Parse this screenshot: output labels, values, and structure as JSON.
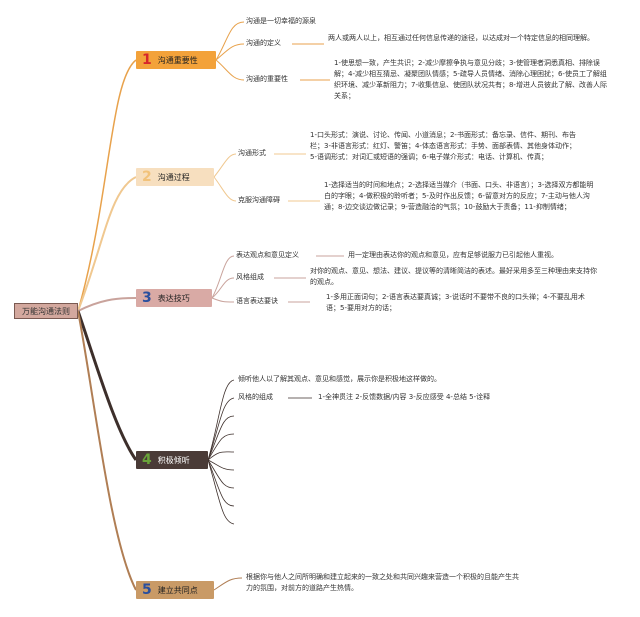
{
  "root": {
    "label": "万能沟通法则"
  },
  "branches": [
    {
      "num": "1",
      "label": "沟通重要性"
    },
    {
      "num": "2",
      "label": "沟通过程"
    },
    {
      "num": "3",
      "label": "表达技巧"
    },
    {
      "num": "4",
      "label": "积极倾听"
    },
    {
      "num": "5",
      "label": "建立共同点"
    }
  ],
  "b1": {
    "n1": "沟通是一切幸福的源泉",
    "n2": "沟通的定义",
    "n2d": "两人或两人以上，相互通过任何信息传递的途径，以达成对一个特定信息的相同理解。",
    "n3": "沟通的重要性",
    "n3d": "1-使思想一致，产生共识；2-减少摩擦争执与意见分歧；3-使管理者洞悉真相、排除误解；4-减少相互猜忌、凝聚团队情感；5-疏导人员情绪、消除心理困扰；6-使员工了解组织环境、减少革新阻力；7-收集信息、使团队状况共有；8-增进人员彼此了解、改善人际关系；"
  },
  "b2": {
    "n1": "沟通形式",
    "n1d": "1-口头形式：演说、讨论、传闻、小道消息；2-书面形式：备忘录、信件、期刊、布告栏；3-非语言形式：红灯、警笛；4-体态语言形式：手势、面部表情、其他身体动作；5-语调形式：对词汇或短语的强调；6-电子媒介形式：电话、计算机、传真；",
    "n2": "克服沟通障碍",
    "n2d": "1-选择适当的时间和地点；2-选择适当媒介（书面、口头、非语言）；3-选择双方都能明白的字眼；4-做积极的聆听者；5-及时作出反馈；6-留意对方的反应；7-主动与他人沟通；8-边交谈边做记录；9-营造融洽的气氛；10-鼓励大于责备；11-抑制情绪；"
  },
  "b3": {
    "n1": "表达观点和意见定义",
    "n1d": "用一定理由表达你的观点和意见，应有足够说服力已引起他人重视。",
    "n2": "风格组成",
    "n2d": "对你的观点、意见、想法、建议、提议等的清晰简洁的表述。最好采用多至三种理由来支持你的观点。",
    "n3": "语言表达要诀",
    "n3d": "1-多用正面词句；2-语言表达要真诚；3-说话时不要带不良的口头禅；4-不要乱用术语；5-要用对方的话；"
  },
  "b4": {
    "n1": "倾听他人以了解其观点、意见和感觉，展示你是积极地这样做的。",
    "n2": "风格的组成",
    "n2d": "1-全神贯注 2-反馈数据/内容 3-反应感受 4-总结 5-诠释"
  },
  "b5": {
    "n1": "根据你与他人之间所明确和建立起来的一致之处和共同兴趣来营造一个积极的且能产生共力的氛围，对前方的道路产生热情。"
  },
  "colors": {
    "b1": "#f3a23a",
    "b2": "#f7dfbf",
    "b3": "#d9aaa5",
    "b4": "#4a3b37",
    "b5": "#c99a66",
    "line1": "#e8a24c",
    "line2": "#f0c890",
    "line3": "#c9a39c",
    "line4": "#3d2f2b",
    "line5": "#b07e54"
  }
}
